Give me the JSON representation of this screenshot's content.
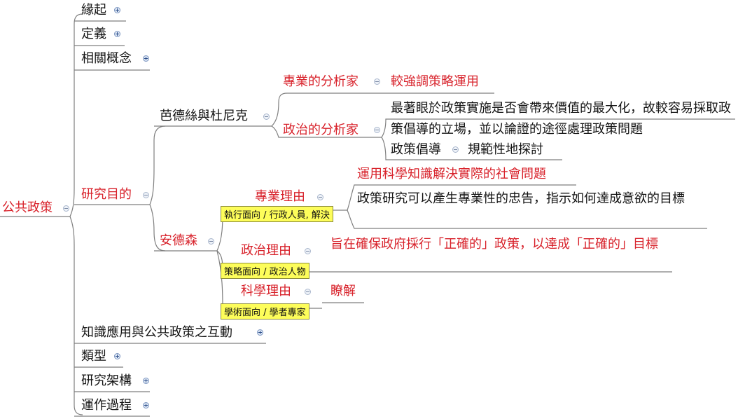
{
  "root": {
    "label": "公共政策"
  },
  "branches": {
    "origin": "緣起",
    "definition": "定義",
    "concepts": "相關概念",
    "purpose": "研究目的",
    "interaction": "知識應用與公共政策之互動",
    "types": "類型",
    "framework": "研究架構",
    "process": "運作過程"
  },
  "meltsner": {
    "label": "芭德絲與杜尼克",
    "technical": {
      "label": "專業的分析家",
      "detail": "較強調策略運用"
    },
    "political": {
      "label": "政治的分析家",
      "detail": "最著眼於政策實施是否會帶來價值的最大化，故較容易採取政策倡導的立場，並以論證的途徑處理政策問題",
      "advocacy": {
        "label": "政策倡導",
        "detail": "規範性地探討"
      }
    }
  },
  "anderson": {
    "label": "安德森",
    "professional": {
      "label": "專業理由",
      "tag": "執行面向 / 行政人員, 解決",
      "detail1": "運用科學知識解決實際的社會問題",
      "detail2": "政策研究可以產生專業性的忠告，指示如何達成意欲的目標"
    },
    "political": {
      "label": "政治理由",
      "tag": "策略面向 / 政治人物",
      "detail": "旨在確保政府採行「正確的」政策，以達成「正確的」目標"
    },
    "scientific": {
      "label": "科學理由",
      "tag": "學術面向 / 學者專家",
      "detail": "瞭解"
    }
  }
}
